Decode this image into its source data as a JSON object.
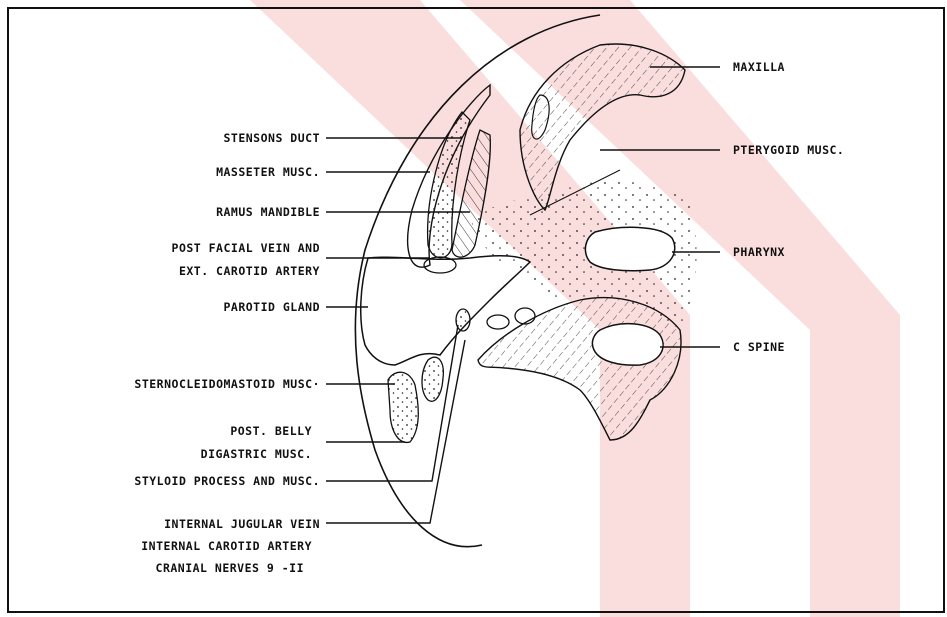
{
  "diagram": {
    "watermark_color": "#f6c3c3",
    "line_color": "#111111",
    "labels_left": {
      "stensons_duct": "STENSONS DUCT",
      "masseter": "MASSETER MUSC.",
      "ramus": "RAMUS MANDIBLE",
      "post_facial_1": "POST FACIAL VEIN AND",
      "post_facial_2": "EXT. CAROTID ARTERY",
      "parotid": "PAROTID GLAND",
      "sterno": "STERNOCLEIDOMASTOID MUSC·",
      "post_belly_1": "POST. BELLY",
      "post_belly_2": "DIGASTRIC MUSC.",
      "styloid": "STYLOID PROCESS AND MUSC.",
      "internal_1": "INTERNAL JUGULAR VEIN",
      "internal_2": "INTERNAL CAROTID ARTERY",
      "internal_3": "CRANIAL NERVES 9 -II"
    },
    "labels_right": {
      "maxilla": "MAXILLA",
      "pterygoid": "PTERYGOID MUSC.",
      "pharynx": "PHARYNX",
      "c_spine": "C SPINE"
    }
  }
}
